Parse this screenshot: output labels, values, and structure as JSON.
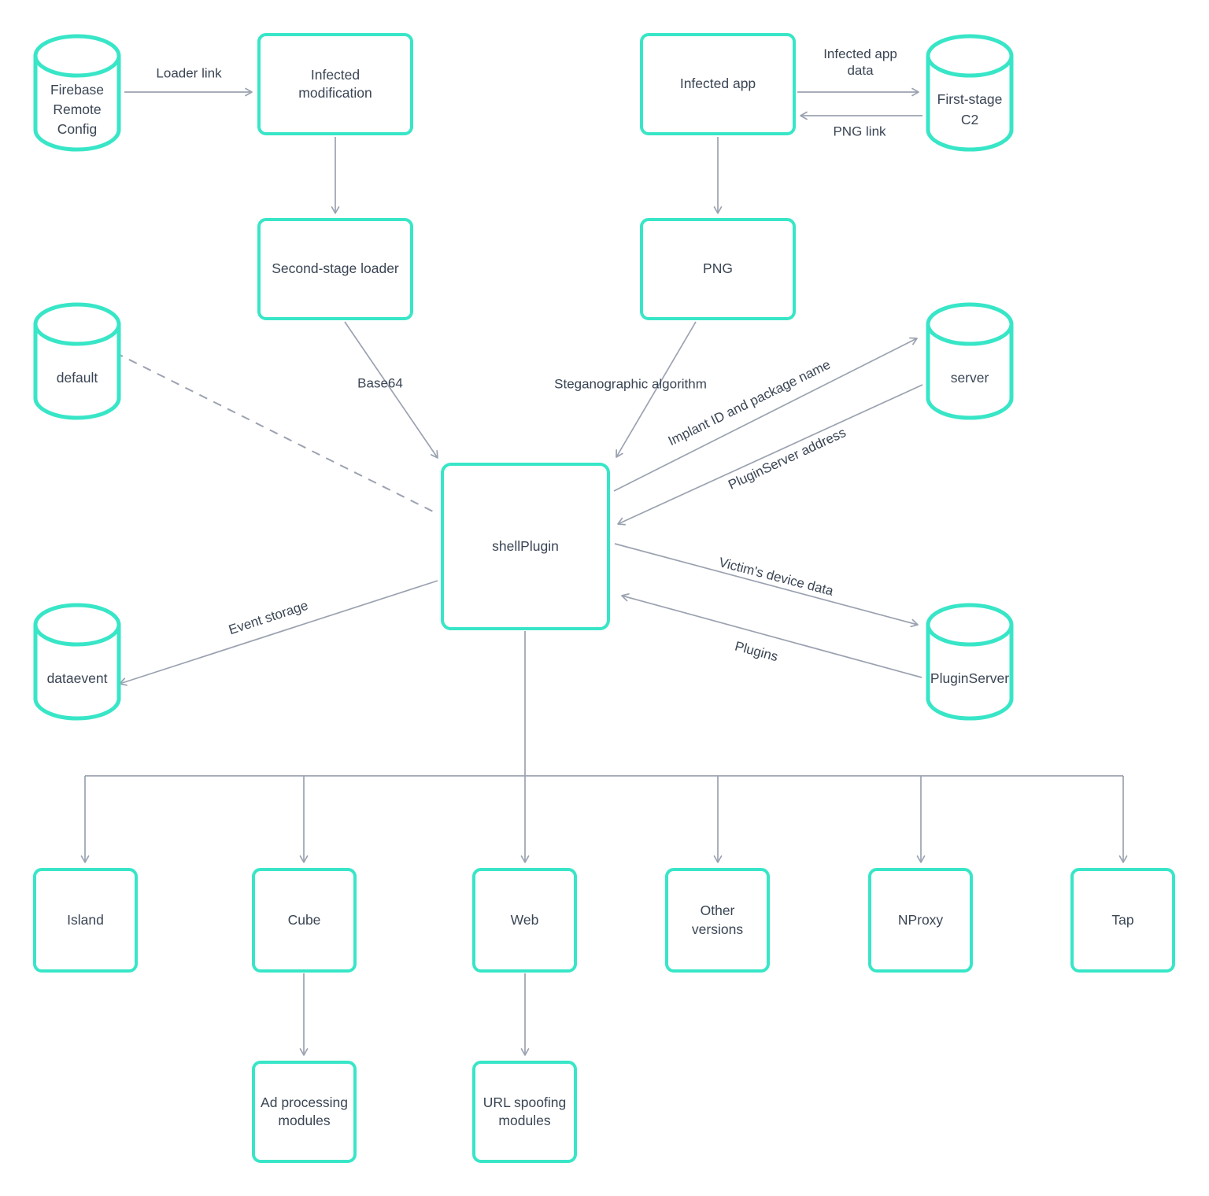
{
  "colors": {
    "accent": "#38e6c7",
    "text": "#3a4554",
    "line": "#9ba2b0"
  },
  "nodes": {
    "firebase": {
      "label": "Firebase Remote Config",
      "shape": "cylinder"
    },
    "infected_modification": {
      "label": "Infected modification",
      "shape": "box"
    },
    "second_stage_loader": {
      "label": "Second-stage loader",
      "shape": "box"
    },
    "infected_app": {
      "label": "Infected app",
      "shape": "box"
    },
    "first_stage_c2": {
      "label": "First-stage C2",
      "shape": "cylinder"
    },
    "png": {
      "label": "PNG",
      "shape": "box"
    },
    "default_db": {
      "label": "default",
      "shape": "cylinder"
    },
    "server": {
      "label": "server",
      "shape": "cylinder"
    },
    "shellplugin": {
      "label": "shellPlugin",
      "shape": "box"
    },
    "dataevent": {
      "label": "dataevent",
      "shape": "cylinder"
    },
    "pluginserver": {
      "label": "PluginServer",
      "shape": "cylinder"
    },
    "island": {
      "label": "Island",
      "shape": "box"
    },
    "cube": {
      "label": "Cube",
      "shape": "box"
    },
    "web": {
      "label": "Web",
      "shape": "box"
    },
    "other_versions": {
      "label": "Other versions",
      "shape": "box"
    },
    "nproxy": {
      "label": "NProxy",
      "shape": "box"
    },
    "tap": {
      "label": "Tap",
      "shape": "box"
    },
    "ad_processing": {
      "label": "Ad processing modules",
      "shape": "box"
    },
    "url_spoofing": {
      "label": "URL spoofing modules",
      "shape": "box"
    }
  },
  "edge_labels": {
    "loader_link": "Loader link",
    "infected_app_data": "Infected app data",
    "png_link": "PNG link",
    "base64": "Base64",
    "steganographic": "Steganographic algorithm",
    "implant_id": "Implant ID and package name",
    "pluginserver_address": "PluginServer address",
    "victims_device_data": "Victim's device data",
    "plugins": "Plugins",
    "event_storage": "Event storage"
  }
}
